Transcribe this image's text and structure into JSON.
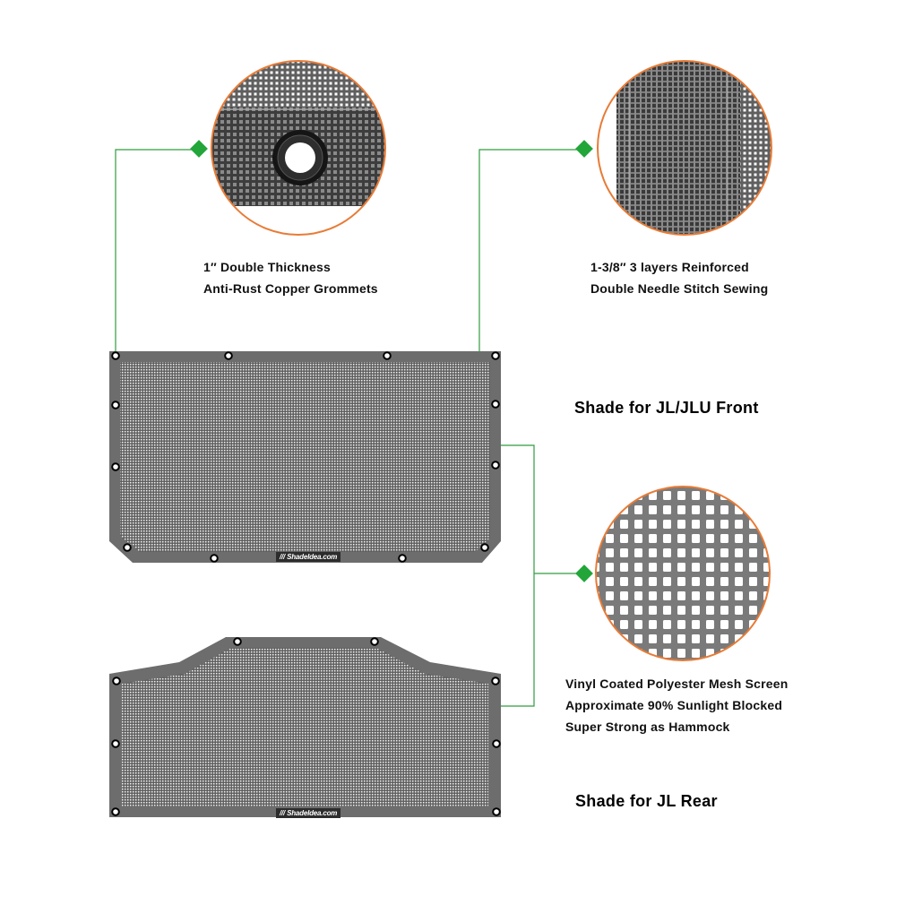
{
  "colors": {
    "connector_green": "#2e9e3e",
    "marker_green": "#22a63a",
    "circle_border_orange": "#e87b36",
    "panel_gray": "#6d6d6d",
    "mesh_gray": "#555555",
    "grommet_white": "#ffffff"
  },
  "callouts": {
    "grommet": {
      "line1": "1″ Double Thickness",
      "line2": "Anti-Rust Copper Grommets",
      "icon": "grommet-closeup-icon"
    },
    "stitch": {
      "line1": "1-3/8″ 3 layers Reinforced",
      "line2": "Double Needle Stitch Sewing",
      "icon": "stitch-closeup-icon"
    },
    "mesh": {
      "line1": "Vinyl Coated Polyester Mesh Screen",
      "line2": "Approximate 90% Sunlight Blocked",
      "line3": "Super Strong as Hammock",
      "icon": "mesh-closeup-icon"
    }
  },
  "panels": {
    "front": {
      "title": "Shade for JL/JLU Front",
      "brand": "/// ShadeIdea.com"
    },
    "rear": {
      "title": "Shade for JL Rear",
      "brand": "/// ShadeIdea.com"
    }
  }
}
